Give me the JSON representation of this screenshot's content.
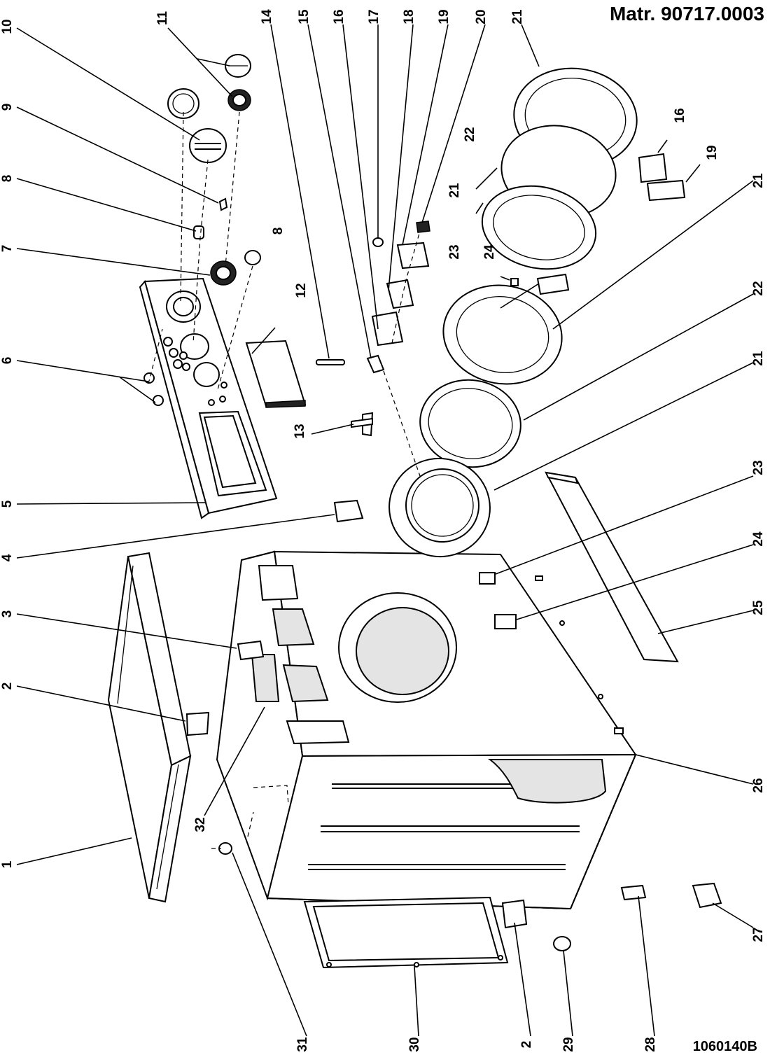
{
  "header": {
    "title": "Matr. 90717.0003"
  },
  "footer": {
    "doc_code": "1060140B"
  },
  "callouts": [
    "1",
    "2",
    "3",
    "4",
    "5",
    "6",
    "7",
    "8",
    "9",
    "10",
    "11",
    "12",
    "13",
    "14",
    "15",
    "16",
    "17",
    "18",
    "19",
    "20",
    "21",
    "22",
    "23",
    "24",
    "25",
    "26",
    "27",
    "28",
    "29",
    "30",
    "31",
    "32"
  ],
  "colors": {
    "line": "#000000",
    "shade": "#e4e4e4",
    "background": "#ffffff"
  }
}
